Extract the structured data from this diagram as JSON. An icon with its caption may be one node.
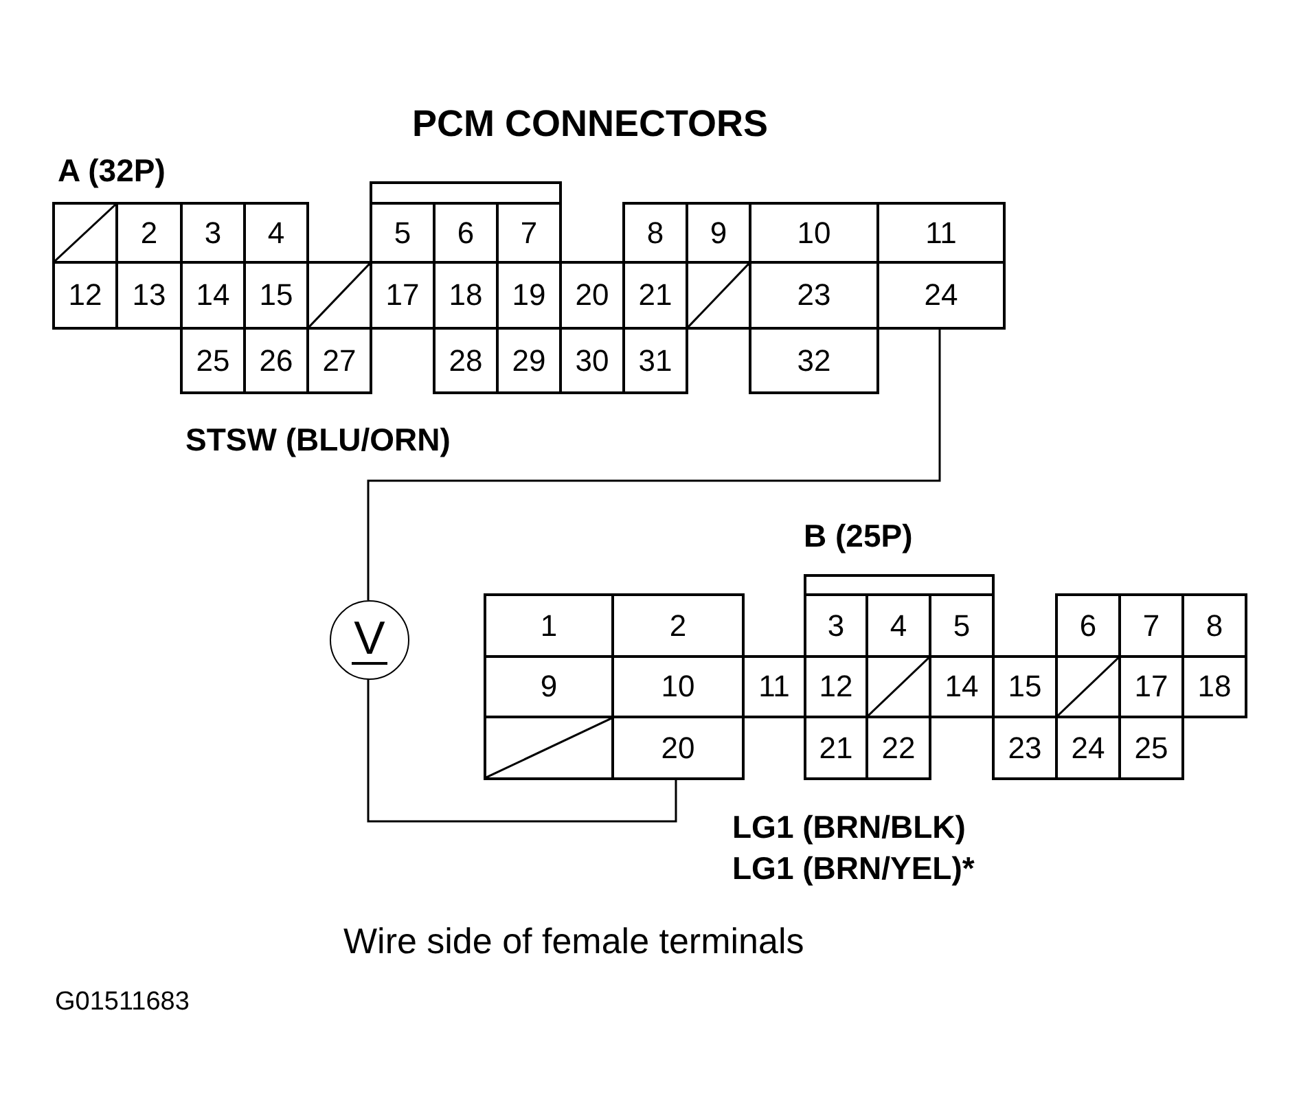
{
  "diagram": {
    "title": "PCM CONNECTORS",
    "caption": "Wire side of female terminals",
    "nodes": [
      {
        "text": [],
        "shape": "box"
      },
      {
        "text": [
          "2"
        ]
      },
      {
        "text": [
          "3"
        ]
      },
      {
        "text": [
          "4"
        ]
      },
      {
        "text": [
          "5"
        ]
      },
      {
        "text": [
          "6"
        ]
      },
      {
        "text": [
          "7"
        ]
      },
      {
        "text": [
          "8"
        ]
      },
      {
        "text": [
          "9"
        ]
      },
      {
        "text": [
          "10"
        ]
      },
      {
        "text": [
          "11"
        ]
      },
      {
        "text": [
          "12"
        ]
      },
      {
        "text": [
          "13"
        ]
      },
      {
        "text": [
          "14"
        ]
      },
      {
        "text": [
          "15"
        ]
      },
      {
        "text": [],
        "shape": "box"
      },
      {
        "text": [
          "17"
        ]
      },
      {
        "text": [
          "18"
        ]
      },
      {
        "text": [
          "19"
        ]
      },
      {
        "text": [
          "20"
        ]
      },
      {
        "text": [
          "21"
        ]
      },
      {
        "text": [],
        "shape": "box"
      },
      {
        "text": [
          "23"
        ]
      },
      {
        "text": [
          "24"
        ]
      },
      {
        "text": [
          "25"
        ]
      },
      {
        "text": [
          "26"
        ]
      },
      {
        "text": [
          "27"
        ]
      },
      {
        "text": [
          "28"
        ]
      },
      {
        "text": [
          "29"
        ]
      },
      {
        "text": [
          "30"
        ]
      },
      {
        "text": [
          "31"
        ]
      },
      {
        "text": [
          "32"
        ]
      },
      {
        "text": [
          "V"
        ]
      },
      {
        "text": [
          "1"
        ]
      },
      {
        "text": [
          "2"
        ]
      },
      {
        "text": [
          "3"
        ]
      },
      {
        "text": [
          "4"
        ]
      },
      {
        "text": [
          "5"
        ]
      },
      {
        "text": [
          "6"
        ]
      },
      {
        "text": [
          "7"
        ]
      },
      {
        "text": [
          "8"
        ]
      },
      {
        "text": [
          "9"
        ]
      },
      {
        "text": [
          "10"
        ]
      },
      {
        "text": [
          "11"
        ]
      },
      {
        "text": [
          "12"
        ]
      },
      {
        "text": [],
        "shape": "box"
      },
      {
        "text": [
          "14"
        ]
      },
      {
        "text": [
          "15"
        ]
      },
      {
        "text": [],
        "shape": "box"
      },
      {
        "text": [
          "17"
        ]
      },
      {
        "text": [
          "18"
        ]
      },
      {
        "text": [],
        "shape": "box"
      },
      {
        "text": [
          "20"
        ]
      },
      {
        "text": [
          "21"
        ]
      },
      {
        "text": [
          "22"
        ]
      },
      {
        "text": [
          "23"
        ]
      },
      {
        "text": [
          "24"
        ]
      },
      {
        "text": [
          "25"
        ]
      },
      {
        "text": [],
        "shape": "bar"
      },
      {
        "text": [],
        "shape": "bar"
      }
    ],
    "edges": [
      {
        "from": 23,
        "to": 32,
        "arrow": "none"
      },
      {
        "from": 32,
        "to": 52,
        "arrow": "none"
      }
    ],
    "labels": [
      "A (32P)",
      "STSW (BLU/ORN)",
      "B (25P)",
      "LG1 (BRN/BLK)",
      "LG1 (BRN/YEL)*",
      "G01511683"
    ]
  }
}
